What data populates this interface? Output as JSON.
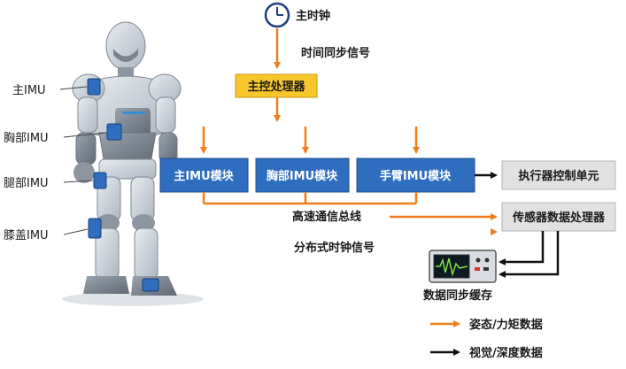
{
  "clock": {
    "label": "主时钟",
    "icon": "clock-icon"
  },
  "sync_signal": "时间同步信号",
  "main_processor": "主控处理器",
  "modules": [
    "主IMU模块",
    "胸部IMU模块",
    "手臂IMU模块"
  ],
  "actuator_unit": "执行器控制单元",
  "sensor_processor": "传感器数据处理器",
  "bus_label": "高速通信总线",
  "dist_clock": "分布式时钟信号",
  "buffer_label": "数据同步缓存",
  "imu_labels": [
    "主IMU",
    "胸部IMU",
    "腿部IMU",
    "膝盖IMU"
  ],
  "legend": [
    {
      "label": "姿态/力矩数据",
      "color": "#f07d1a"
    },
    {
      "label": "视觉/深度数据",
      "color": "#111111"
    }
  ],
  "colors": {
    "orange": "#f07d1a",
    "module_blue": "#2f6dbf",
    "processor_yellow": "#f6c62a",
    "gray_box": "#e1e1e1",
    "clock_blue": "#1e3f7a"
  }
}
